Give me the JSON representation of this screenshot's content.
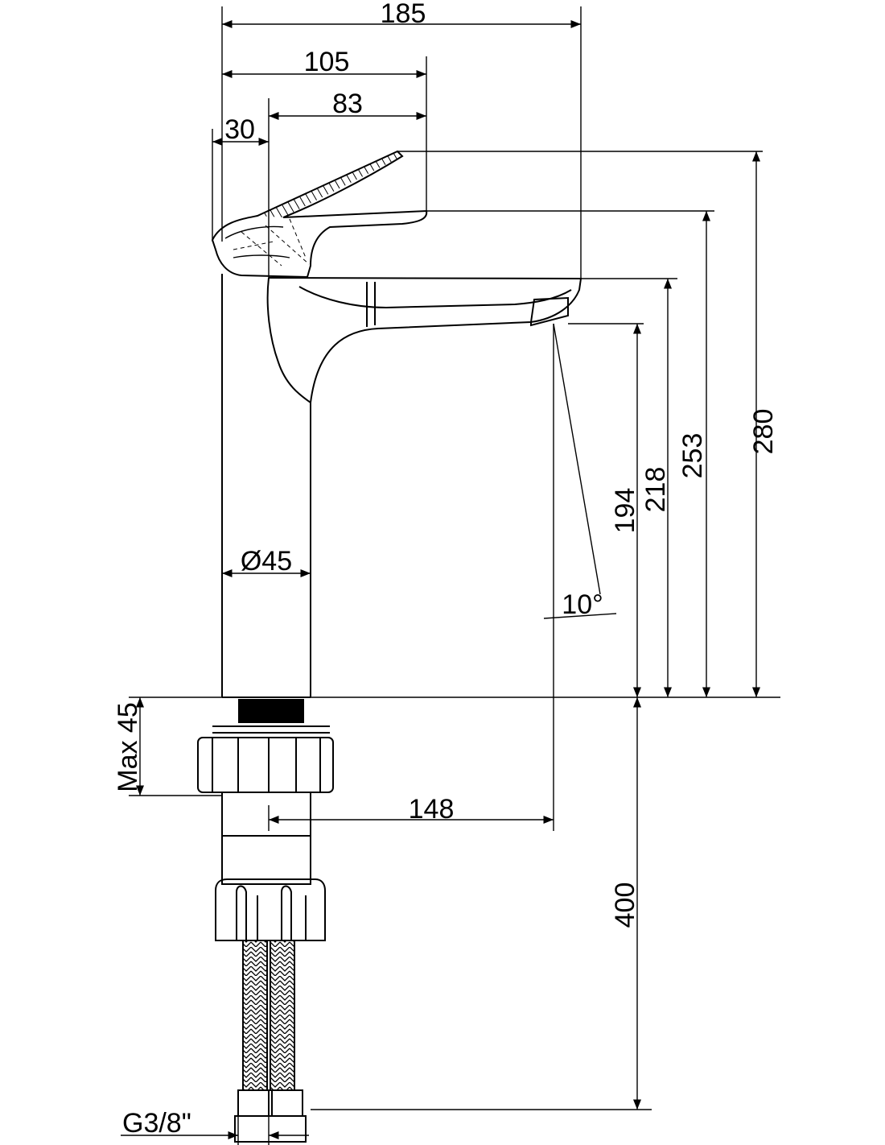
{
  "drawing": {
    "dimensions": {
      "overall_width": "185",
      "handle_reach": "105",
      "handle_length": "83",
      "handle_offset": "30",
      "body_diameter": "Ø45",
      "spout_angle": "10°",
      "outlet_height": "194",
      "spout_top_height": "218",
      "handle_rest_height": "253",
      "total_height": "280",
      "mounting_max": "Max 45",
      "outlet_projection": "148",
      "hose_length": "400",
      "thread": "G3/8\""
    },
    "colors": {
      "line": "#000000",
      "background": "#ffffff"
    }
  }
}
